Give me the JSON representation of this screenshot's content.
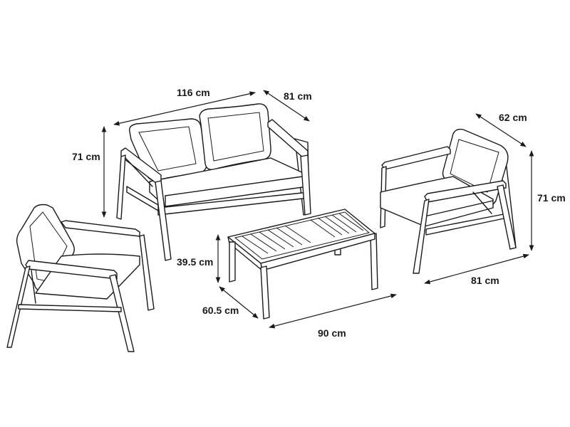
{
  "diagram": {
    "type": "furniture dimension line drawing",
    "background": "#ffffff",
    "line_color": "#1a1a1a",
    "items": [
      {
        "name": "sofa",
        "dimensions": {
          "width": "116 cm",
          "depth": "81 cm",
          "height": "71 cm"
        }
      },
      {
        "name": "armchair-right",
        "dimensions": {
          "depth": "62 cm",
          "height": "71 cm",
          "width": "81 cm"
        }
      },
      {
        "name": "coffee-table",
        "dimensions": {
          "height": "39.5 cm",
          "depth": "60.5 cm",
          "width": "90 cm"
        }
      },
      {
        "name": "armchair-left",
        "dimensions": {}
      }
    ]
  }
}
